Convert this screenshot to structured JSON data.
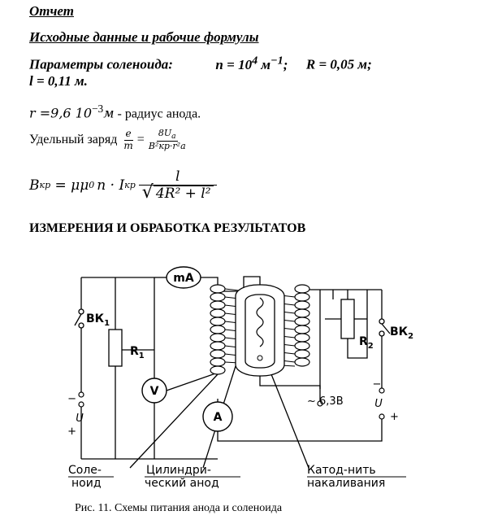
{
  "report_title": "Отчет",
  "section_initial": "Исходные данные и рабочие формулы",
  "solenoid": {
    "label": "Параметры соленоида:",
    "n_expr": "n  =  10",
    "n_exp": "4",
    "n_unit": " м",
    "n_unit_exp": "−1",
    "n_sep": ";",
    "R_expr": "R  =  0,05",
    "R_unit": " м;",
    "l_expr": "l = 0,11",
    "l_unit": " м."
  },
  "anode": {
    "r_prefix": "r =9,6 10",
    "r_exp": "−3",
    "r_unit": "м",
    "r_desc": "- радиус анода."
  },
  "specific_charge": {
    "label": "Удельный заряд",
    "lhs_num": "e",
    "lhs_den": "m",
    "eq": "=",
    "rhs_num": "8U",
    "rhs_num_sub": "a",
    "rhs_den": "B²кр·r²a"
  },
  "bkr_formula": {
    "lhs": "B",
    "lhs_sub": "кр",
    "mid": " = μμ",
    "mu_sub": "0",
    "mid2": "n · I",
    "i_sub": "кр",
    "frac_num": "l",
    "frac_den": "4R² + l²"
  },
  "section_measure": "ИЗМЕРЕНИЯ И ОБРАБОТКА РЕЗУЛЬТАТОВ",
  "diagram": {
    "mA": "mA",
    "V": "V",
    "A": "A",
    "vk1": "ВК",
    "vk1_sub": "1",
    "vk2": "ВК",
    "vk2_sub": "2",
    "r1": "R",
    "r1_sub": "1",
    "r2": "R",
    "r2_sub": "2",
    "u_left_minus": "−",
    "u_left": "U",
    "u_left_plus": "+",
    "u_right_minus": "−",
    "u_right": "U",
    "u_right_plus": "+",
    "ac": "~ 6,3В",
    "label_solenoid_1": "Соле-",
    "label_solenoid_2": "ноид",
    "label_anode_1": "Цилиндри-",
    "label_anode_2": "ческий анод",
    "label_cathode_1": "Катод-нить",
    "label_cathode_2": "накаливания"
  },
  "caption": "Рис. 11. Схемы питания анода и соленоида"
}
